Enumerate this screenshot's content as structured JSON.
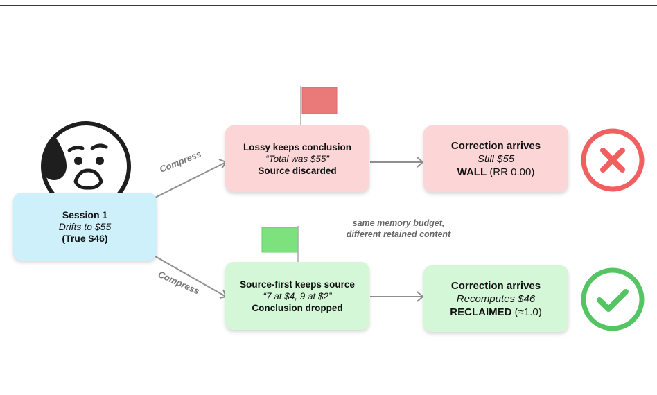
{
  "session": {
    "title": "Session 1",
    "drift": "Drifts to $55",
    "truth": "(True $46)"
  },
  "edges": {
    "compress_top": "Compress",
    "compress_bottom": "Compress"
  },
  "lossy": {
    "title": "Lossy keeps conclusion",
    "quote": "“Total was $55”",
    "status": "Source discarded"
  },
  "lossy_result": {
    "title": "Correction arrives",
    "line": "Still $55",
    "verdict": "WALL",
    "score": "(RR 0.00)"
  },
  "source": {
    "title": "Source-first keeps source",
    "quote": "“7 at $4, 9 at $2”",
    "status": "Conclusion dropped"
  },
  "source_result": {
    "title": "Correction arrives",
    "line": "Recomputes $46",
    "verdict": "RECLAIMED",
    "score": "(≈1.0)"
  },
  "note": {
    "line1": "same memory budget,",
    "line2": "different retained content"
  },
  "colors": {
    "fail": "#f06060",
    "success": "#55c463",
    "flag_red": "#ea7a7a",
    "flag_green": "#7de27d"
  }
}
